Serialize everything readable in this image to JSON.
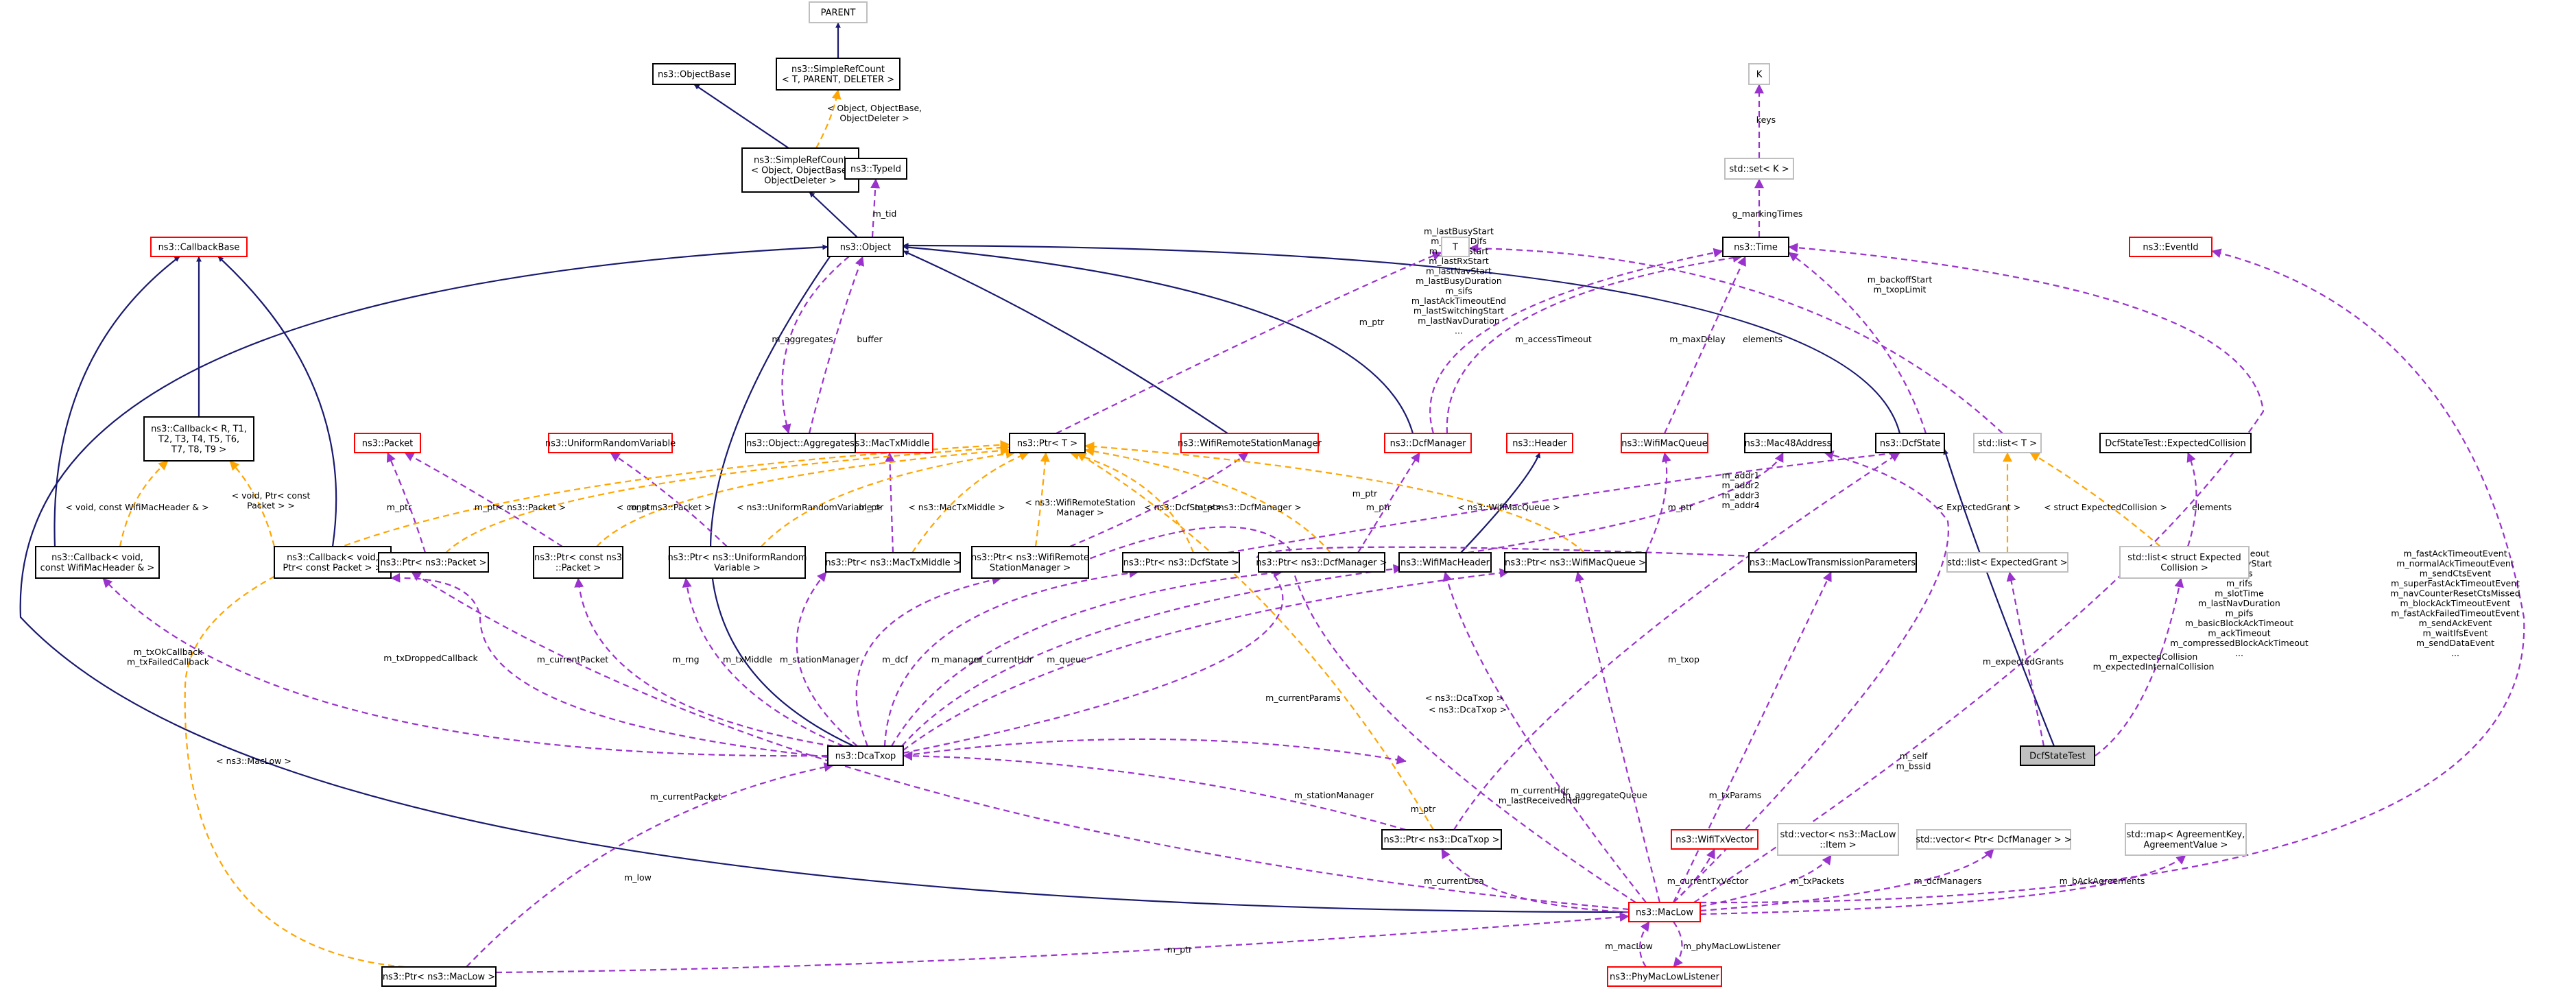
{
  "nodes": [
    {
      "id": "PARENT",
      "lines": [
        "PARENT"
      ],
      "style": "gray"
    },
    {
      "id": "SimpleRefCountB",
      "lines": [
        "ns3::SimpleRefCount",
        "< T, PARENT, DELETER >"
      ],
      "style": "black"
    },
    {
      "id": "ObjectBase",
      "lines": [
        "ns3::ObjectBase"
      ],
      "style": "black"
    },
    {
      "id": "SimpleRefCountObj",
      "lines": [
        "ns3::SimpleRefCount",
        "< Object, ObjectBase,",
        "ObjectDeleter >"
      ],
      "style": "black"
    },
    {
      "id": "TypeId",
      "lines": [
        "ns3::TypeId"
      ],
      "style": "black"
    },
    {
      "id": "K",
      "lines": [
        "K"
      ],
      "style": "gray"
    },
    {
      "id": "SetK",
      "lines": [
        "std::set< K >"
      ],
      "style": "gray"
    },
    {
      "id": "CallbackBase",
      "lines": [
        "ns3::CallbackBase"
      ],
      "style": "red"
    },
    {
      "id": "Object",
      "lines": [
        "ns3::Object"
      ],
      "style": "black"
    },
    {
      "id": "T",
      "lines": [
        "T"
      ],
      "style": "gray"
    },
    {
      "id": "Time",
      "lines": [
        "ns3::Time"
      ],
      "style": "black"
    },
    {
      "id": "EventId",
      "lines": [
        "ns3::EventId"
      ],
      "style": "red"
    },
    {
      "id": "CallbackB",
      "lines": [
        "ns3::Callback< R, T1,",
        "T2, T3, T4, T5, T6,",
        "T7, T8, T9 >"
      ],
      "style": "black"
    },
    {
      "id": "Packet",
      "lines": [
        "ns3::Packet"
      ],
      "style": "red"
    },
    {
      "id": "URV",
      "lines": [
        "ns3::UniformRandomVariable"
      ],
      "style": "red"
    },
    {
      "id": "MacTxMiddle",
      "lines": [
        "ns3::MacTxMiddle"
      ],
      "style": "red"
    },
    {
      "id": "PtrT",
      "lines": [
        "ns3::Ptr< T >"
      ],
      "style": "black"
    },
    {
      "id": "WRSM",
      "lines": [
        "ns3::WifiRemoteStationManager"
      ],
      "style": "red"
    },
    {
      "id": "DcfManager",
      "lines": [
        "ns3::DcfManager"
      ],
      "style": "red"
    },
    {
      "id": "Header",
      "lines": [
        "ns3::Header"
      ],
      "style": "red"
    },
    {
      "id": "WifiMacQueue",
      "lines": [
        "ns3::WifiMacQueue"
      ],
      "style": "red"
    },
    {
      "id": "Mac48Address",
      "lines": [
        "ns3::Mac48Address"
      ],
      "style": "black"
    },
    {
      "id": "DcfState",
      "lines": [
        "ns3::DcfState"
      ],
      "style": "black"
    },
    {
      "id": "ListT",
      "lines": [
        "std::list< T >"
      ],
      "style": "gray"
    },
    {
      "id": "ExpColl",
      "lines": [
        "DcfStateTest::ExpectedCollision"
      ],
      "style": "black"
    },
    {
      "id": "Aggregates",
      "lines": [
        "ns3::Object::Aggregates"
      ],
      "style": "black"
    },
    {
      "id": "CallbackHdr",
      "lines": [
        "ns3::Callback< void,",
        "const WifiMacHeader & >"
      ],
      "style": "black"
    },
    {
      "id": "CallbackPkt",
      "lines": [
        "ns3::Callback< void,",
        "Ptr< const Packet > >"
      ],
      "style": "black"
    },
    {
      "id": "PtrPacket",
      "lines": [
        "ns3::Ptr< ns3::Packet >"
      ],
      "style": "black"
    },
    {
      "id": "PtrConstPacket",
      "lines": [
        "ns3::Ptr< const ns3",
        "::Packet >"
      ],
      "style": "black"
    },
    {
      "id": "PtrURV",
      "lines": [
        "ns3::Ptr< ns3::UniformRandom",
        "Variable >"
      ],
      "style": "black"
    },
    {
      "id": "PtrMacTxMiddle",
      "lines": [
        "ns3::Ptr< ns3::MacTxMiddle >"
      ],
      "style": "black"
    },
    {
      "id": "PtrWRSM",
      "lines": [
        "ns3::Ptr< ns3::WifiRemote",
        "StationManager >"
      ],
      "style": "black"
    },
    {
      "id": "PtrDcfState",
      "lines": [
        "ns3::Ptr< ns3::DcfState >"
      ],
      "style": "black"
    },
    {
      "id": "PtrDcfManager",
      "lines": [
        "ns3::Ptr< ns3::DcfManager >"
      ],
      "style": "black"
    },
    {
      "id": "WifiMacHeader",
      "lines": [
        "ns3::WifiMacHeader"
      ],
      "style": "black"
    },
    {
      "id": "PtrWifiMacQueue",
      "lines": [
        "ns3::Ptr< ns3::WifiMacQueue >"
      ],
      "style": "black"
    },
    {
      "id": "MLTP",
      "lines": [
        "ns3::MacLowTransmissionParameters"
      ],
      "style": "black"
    },
    {
      "id": "ListEG",
      "lines": [
        "std::list< ExpectedGrant >"
      ],
      "style": "gray"
    },
    {
      "id": "ListEC",
      "lines": [
        "std::list< struct Expected",
        "Collision >"
      ],
      "style": "gray"
    },
    {
      "id": "DcfStateTest",
      "lines": [
        "DcfStateTest"
      ],
      "style": "focus"
    },
    {
      "id": "DcaTxop",
      "lines": [
        "ns3::DcaTxop"
      ],
      "style": "black"
    },
    {
      "id": "PtrDcaTxop",
      "lines": [
        "ns3::Ptr< ns3::DcaTxop >"
      ],
      "style": "black"
    },
    {
      "id": "WifiTxVector",
      "lines": [
        "ns3::WifiTxVector"
      ],
      "style": "red"
    },
    {
      "id": "VecItem",
      "lines": [
        "std::vector< ns3::MacLow",
        "::Item >"
      ],
      "style": "gray"
    },
    {
      "id": "VecDcfMgr",
      "lines": [
        "std::vector< Ptr< DcfManager > >"
      ],
      "style": "gray"
    },
    {
      "id": "MapAgr",
      "lines": [
        "std::map< AgreementKey,",
        "AgreementValue >"
      ],
      "style": "gray"
    },
    {
      "id": "MacLow",
      "lines": [
        "ns3::MacLow"
      ],
      "style": "red"
    },
    {
      "id": "PtrMacLow",
      "lines": [
        "ns3::Ptr< ns3::MacLow >"
      ],
      "style": "black"
    },
    {
      "id": "PhyMacLowListener",
      "lines": [
        "ns3::PhyMacLowListener"
      ],
      "style": "red"
    }
  ],
  "edges": [
    {
      "from": "PARENT",
      "to": "SimpleRefCountB",
      "type": "inherit",
      "label": []
    },
    {
      "from": "ObjectBase",
      "to": "SimpleRefCountObj",
      "type": "inherit",
      "label": []
    },
    {
      "from": "SimpleRefCountB",
      "to": "SimpleRefCountObj",
      "type": "tmpl",
      "label": [
        "< Object, ObjectBase,",
        "ObjectDeleter >"
      ]
    },
    {
      "from": "SimpleRefCountObj",
      "to": "Object",
      "type": "inherit",
      "label": []
    },
    {
      "from": "TypeId",
      "to": "Object",
      "type": "use",
      "label": [
        "m_tid"
      ]
    },
    {
      "from": "Aggregates",
      "to": "Object",
      "type": "use",
      "label": [
        "buffer"
      ]
    },
    {
      "from": "Object",
      "to": "Aggregates",
      "type": "use",
      "label": [
        "m_aggregates"
      ]
    },
    {
      "from": "CallbackBase",
      "to": "CallbackB",
      "type": "inherit",
      "label": []
    },
    {
      "from": "CallbackBase",
      "to": "CallbackHdr",
      "type": "inherit",
      "label": []
    },
    {
      "from": "CallbackBase",
      "to": "CallbackPkt",
      "type": "inherit",
      "label": []
    },
    {
      "from": "CallbackB",
      "to": "CallbackHdr",
      "type": "tmpl",
      "label": [
        "< void, const WifiMacHeader & >"
      ]
    },
    {
      "from": "CallbackB",
      "to": "CallbackPkt",
      "type": "tmpl",
      "label": [
        "< void, Ptr< const",
        "Packet > >"
      ]
    },
    {
      "from": "K",
      "to": "SetK",
      "type": "use",
      "label": [
        "keys"
      ]
    },
    {
      "from": "SetK",
      "to": "Time",
      "type": "use",
      "label": [
        "g_markingTimes"
      ]
    },
    {
      "from": "Object",
      "to": "DcaTxop",
      "type": "inherit",
      "label": []
    },
    {
      "from": "Object",
      "to": "MacLow",
      "type": "inherit",
      "label": []
    },
    {
      "from": "Object",
      "to": "DcfManager",
      "type": "inherit",
      "label": []
    },
    {
      "from": "Object",
      "to": "WRSM",
      "type": "inherit",
      "label": []
    },
    {
      "from": "Object",
      "to": "DcfState",
      "type": "inherit",
      "label": []
    },
    {
      "from": "T",
      "to": "PtrT",
      "type": "use",
      "label": [
        "m_ptr"
      ]
    },
    {
      "from": "T",
      "to": "ListT",
      "type": "use",
      "label": [
        "elements"
      ]
    },
    {
      "from": "Time",
      "to": "DcfManager",
      "type": "use",
      "label": [
        "m_lastBusyStart",
        "m_aifsNoDifs",
        "m_lastTxStart",
        "m_lastRxStart",
        "m_lastNavStart",
        "m_lastBusyDuration",
        "m_sifs",
        "m_lastAckTimeoutEnd",
        "m_lastSwitchingStart",
        "m_lastNavDuration",
        "..."
      ]
    },
    {
      "from": "Time",
      "to": "DcfManager",
      "type": "use",
      "label": [
        "m_accessTimeout"
      ]
    },
    {
      "from": "Time",
      "to": "WifiMacQueue",
      "type": "use",
      "label": [
        "m_maxDelay"
      ]
    },
    {
      "from": "Time",
      "to": "DcfState",
      "type": "use",
      "label": [
        "m_backoffStart",
        "m_txopLimit"
      ]
    },
    {
      "from": "Time",
      "to": "MacLow",
      "type": "use",
      "label": [
        "m_ctsTimeout",
        "m_lastNavStart",
        "m_sifs",
        "m_rifs",
        "m_slotTime",
        "m_lastNavDuration",
        "m_pifs",
        "m_basicBlockAckTimeout",
        "m_ackTimeout",
        "m_compressedBlockAckTimeout",
        "..."
      ]
    },
    {
      "from": "EventId",
      "to": "MacLow",
      "type": "use",
      "label": [
        "m_fastAckTimeoutEvent",
        "m_normalAckTimeoutEvent",
        "m_sendCtsEvent",
        "m_superFastAckTimeoutEvent",
        "m_navCounterResetCtsMissed",
        "m_blockAckTimeoutEvent",
        "m_fastAckFailedTimeoutEvent",
        "m_sendAckEvent",
        "m_waitIfsEvent",
        "m_sendDataEvent",
        "..."
      ]
    },
    {
      "from": "Packet",
      "to": "PtrPacket",
      "type": "use",
      "label": [
        "m_ptr"
      ]
    },
    {
      "from": "Packet",
      "to": "PtrConstPacket",
      "type": "use",
      "label": [
        "m_ptr"
      ]
    },
    {
      "from": "URV",
      "to": "PtrURV",
      "type": "use",
      "label": [
        "m_ptr"
      ]
    },
    {
      "from": "MacTxMiddle",
      "to": "PtrMacTxMiddle",
      "type": "use",
      "label": [
        "m_ptr"
      ]
    },
    {
      "from": "WRSM",
      "to": "PtrWRSM",
      "type": "use",
      "label": [
        "m_ptr"
      ]
    },
    {
      "from": "DcfManager",
      "to": "PtrDcfManager",
      "type": "use",
      "label": [
        "m_ptr"
      ]
    },
    {
      "from": "DcfState",
      "to": "PtrDcfState",
      "type": "use",
      "label": [
        "m_ptr"
      ]
    },
    {
      "from": "WifiMacQueue",
      "to": "PtrWifiMacQueue",
      "type": "use",
      "label": [
        "m_ptr"
      ]
    },
    {
      "from": "Header",
      "to": "WifiMacHeader",
      "type": "inherit",
      "label": []
    },
    {
      "from": "Mac48Address",
      "to": "WifiMacHeader",
      "type": "use",
      "label": [
        "m_addr1",
        "m_addr2",
        "m_addr3",
        "m_addr4"
      ]
    },
    {
      "from": "Mac48Address",
      "to": "MacLow",
      "type": "use",
      "label": [
        "m_self",
        "m_bssid"
      ]
    },
    {
      "from": "PtrT",
      "to": "PtrPacket",
      "type": "tmpl",
      "label": [
        "< ns3::Packet >"
      ]
    },
    {
      "from": "PtrT",
      "to": "PtrConstPacket",
      "type": "tmpl",
      "label": [
        "< const ns3::Packet >"
      ]
    },
    {
      "from": "PtrT",
      "to": "PtrURV",
      "type": "tmpl",
      "label": [
        "< ns3::UniformRandomVariable >"
      ]
    },
    {
      "from": "PtrT",
      "to": "PtrMacTxMiddle",
      "type": "tmpl",
      "label": [
        "< ns3::MacTxMiddle >"
      ]
    },
    {
      "from": "PtrT",
      "to": "PtrWRSM",
      "type": "tmpl",
      "label": [
        "< ns3::WifiRemoteStation",
        "Manager >"
      ]
    },
    {
      "from": "PtrT",
      "to": "PtrDcfState",
      "type": "tmpl",
      "label": [
        "< ns3::DcfState >"
      ]
    },
    {
      "from": "PtrT",
      "to": "PtrDcfManager",
      "type": "tmpl",
      "label": [
        "< ns3::DcfManager >"
      ]
    },
    {
      "from": "PtrT",
      "to": "PtrWifiMacQueue",
      "type": "tmpl",
      "label": [
        "< ns3::WifiMacQueue >"
      ]
    },
    {
      "from": "PtrT",
      "to": "PtrDcaTxop",
      "type": "tmpl",
      "label": [
        "< ns3::DcaTxop >"
      ]
    },
    {
      "from": "PtrT",
      "to": "PtrMacLow",
      "type": "tmpl",
      "label": [
        "< ns3::MacLow >"
      ]
    },
    {
      "from": "ListT",
      "to": "ListEG",
      "type": "tmpl",
      "label": [
        "< ExpectedGrant >"
      ]
    },
    {
      "from": "ListT",
      "to": "ListEC",
      "type": "tmpl",
      "label": [
        "< struct ExpectedCollision >"
      ]
    },
    {
      "from": "ExpColl",
      "to": "ListEC",
      "type": "use",
      "label": [
        "elements"
      ]
    },
    {
      "from": "DcfState",
      "to": "DcfStateTest",
      "type": "inherit",
      "label": []
    },
    {
      "from": "ListEG",
      "to": "DcfStateTest",
      "type": "use",
      "label": [
        "m_expectedGrants"
      ]
    },
    {
      "from": "ListEC",
      "to": "DcfStateTest",
      "type": "use",
      "label": [
        "m_expectedCollision",
        "m_expectedInternalCollision"
      ]
    },
    {
      "from": "CallbackHdr",
      "to": "DcaTxop",
      "type": "use",
      "label": [
        "m_txOkCallback",
        "m_txFailedCallback"
      ]
    },
    {
      "from": "CallbackPkt",
      "to": "DcaTxop",
      "type": "use",
      "label": [
        "m_txDroppedCallback"
      ]
    },
    {
      "from": "PtrConstPacket",
      "to": "DcaTxop",
      "type": "use",
      "label": [
        "m_currentPacket"
      ]
    },
    {
      "from": "PtrURV",
      "to": "DcaTxop",
      "type": "use",
      "label": [
        "m_rng"
      ]
    },
    {
      "from": "PtrMacTxMiddle",
      "to": "DcaTxop",
      "type": "use",
      "label": [
        "m_txMiddle"
      ]
    },
    {
      "from": "PtrWRSM",
      "to": "DcaTxop",
      "type": "use",
      "label": [
        "m_stationManager"
      ]
    },
    {
      "from": "PtrDcfState",
      "to": "DcaTxop",
      "type": "use",
      "label": [
        "m_dcf"
      ]
    },
    {
      "from": "PtrDcfManager",
      "to": "DcaTxop",
      "type": "use",
      "label": [
        "m_manager"
      ]
    },
    {
      "from": "WifiMacHeader",
      "to": "DcaTxop",
      "type": "use",
      "label": [
        "m_currentHdr"
      ]
    },
    {
      "from": "PtrWifiMacQueue",
      "to": "DcaTxop",
      "type": "use",
      "label": [
        "m_queue"
      ]
    },
    {
      "from": "MLTP",
      "to": "DcaTxop",
      "type": "use",
      "label": [
        "m_currentParams"
      ]
    },
    {
      "from": "PtrMacLow",
      "to": "DcaTxop",
      "type": "use",
      "label": [
        "m_low"
      ]
    },
    {
      "from": "DcaTxop",
      "to": "PtrDcaTxop",
      "type": "use",
      "label": [
        "m_ptr"
      ]
    },
    {
      "from": "DcfState",
      "to": "PtrDcaTxop",
      "type": "use",
      "label": [
        "m_txop"
      ]
    },
    {
      "from": "PtrPacket",
      "to": "MacLow",
      "type": "use",
      "label": [
        "m_currentPacket"
      ]
    },
    {
      "from": "PtrWRSM",
      "to": "MacLow",
      "type": "use",
      "label": [
        "m_stationManager"
      ]
    },
    {
      "from": "WifiMacHeader",
      "to": "MacLow",
      "type": "use",
      "label": [
        "m_currentHdr",
        "m_lastReceivedHdr"
      ]
    },
    {
      "from": "PtrWifiMacQueue",
      "to": "MacLow",
      "type": "use",
      "label": [
        "m_aggregateQueue"
      ]
    },
    {
      "from": "MLTP",
      "to": "MacLow",
      "type": "use",
      "label": [
        "m_txParams"
      ]
    },
    {
      "from": "PtrDcaTxop",
      "to": "MacLow",
      "type": "use",
      "label": [
        "m_currentDca"
      ]
    },
    {
      "from": "WifiTxVector",
      "to": "MacLow",
      "type": "use",
      "label": [
        "m_currentTxVector"
      ]
    },
    {
      "from": "VecItem",
      "to": "MacLow",
      "type": "use",
      "label": [
        "m_txPackets"
      ]
    },
    {
      "from": "VecDcfMgr",
      "to": "MacLow",
      "type": "use",
      "label": [
        "m_dcfManagers"
      ]
    },
    {
      "from": "MapAgr",
      "to": "MacLow",
      "type": "use",
      "label": [
        "m_bAckAgreements"
      ]
    },
    {
      "from": "MacLow",
      "to": "PtrMacLow",
      "type": "use",
      "label": [
        "m_ptr"
      ]
    },
    {
      "from": "MacLow",
      "to": "PhyMacLowListener",
      "type": "use",
      "label": [
        "m_macLow"
      ]
    },
    {
      "from": "PhyMacLowListener",
      "to": "MacLow",
      "type": "use",
      "label": [
        "m_phyMacLowListener"
      ]
    },
    {
      "from": "DcaTxop",
      "to": "MacLow",
      "type": "use",
      "label": [
        "< ns3::DcaTxop >"
      ]
    }
  ],
  "colors": {
    "inherit": "#191970",
    "use": "#9a32cd",
    "tmpl": "#ffa500",
    "node_black": "#000000",
    "node_red": "#ff0000",
    "node_gray": "#bfbfbf",
    "focus_fill": "#bfbfbf"
  }
}
